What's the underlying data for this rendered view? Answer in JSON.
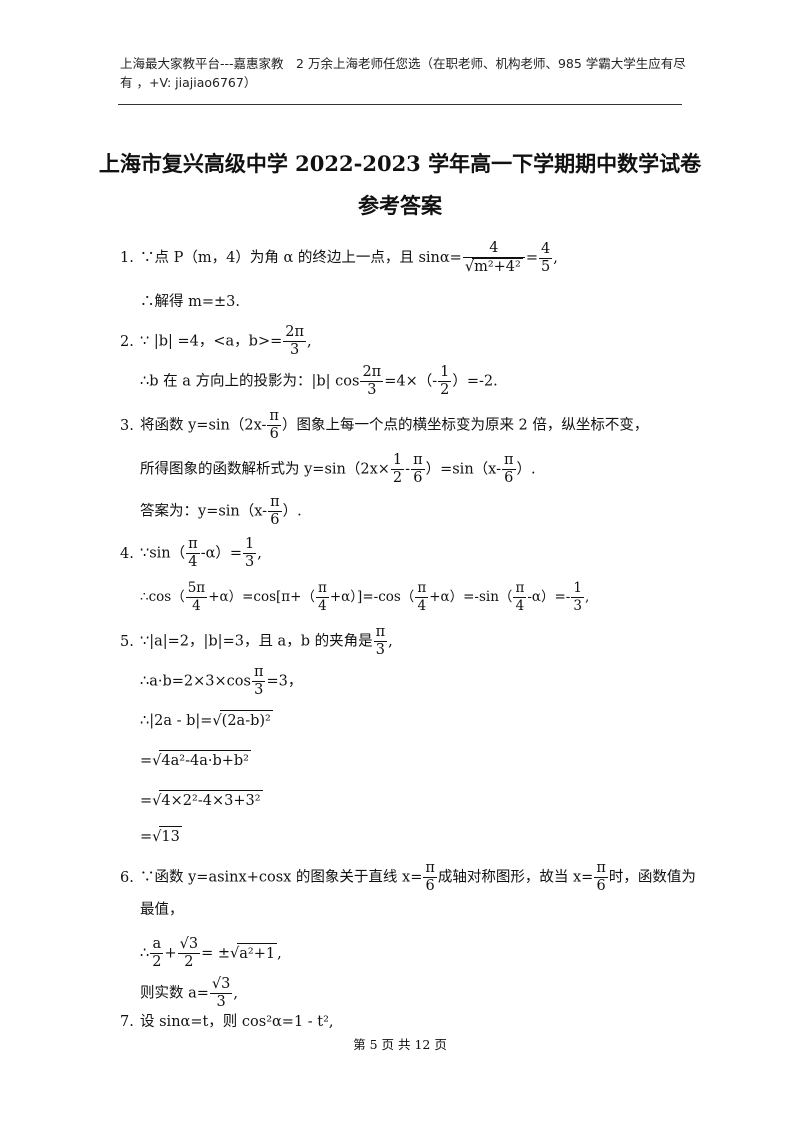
{
  "header": {
    "note": "上海最大家教平台---嘉惠家教　2 万余上海老师任您选（在职老师、机构老师、985 学霸大学生应有尽有 ，+V: jiajiao6767）"
  },
  "title": "上海市复兴高级中学 2022-2023 学年高一下学期期中数学试卷",
  "subtitle": "参考答案",
  "answers": {
    "q1": {
      "num": "1.",
      "a": "∵点 P（m，4）为角 α 的终边上一点，且 sinα=",
      "b": "=",
      "c": ",",
      "frac1n": "4",
      "frac1d": "m²+4²",
      "frac2n": "4",
      "frac2d": "5",
      "l2": "∴解得 m=±3."
    },
    "q2": {
      "num": "2.",
      "a": "∵ |b| =4，<a，b>=",
      "fn": "2π",
      "fd": "3",
      "b": ",",
      "l2a": "∴b 在 a 方向上的投影为：|b| cos",
      "l2fn": "2π",
      "l2fd": "3",
      "l2b": "=4×（-",
      "l2cn": "1",
      "l2cd": "2",
      "l2c": "）=-2."
    },
    "q3": {
      "num": "3.",
      "a": "将函数 y=sin（2x-",
      "fn": "π",
      "fd": "6",
      "b": "）图象上每一个点的横坐标变为原来 2 倍，纵坐标不变，",
      "l2a": "所得图象的函数解析式为 y=sin（2x×",
      "l2fn1": "1",
      "l2fd1": "2",
      "l2b": "-",
      "l2fn2": "π",
      "l2fd2": "6",
      "l2c": "）=sin（x-",
      "l2fn3": "π",
      "l2fd3": "6",
      "l2d": "）.",
      "l3a": "答案为：y=sin（x-",
      "l3fn": "π",
      "l3fd": "6",
      "l3b": "）."
    },
    "q4": {
      "num": "4.",
      "a": "∵sin（",
      "fn": "π",
      "fd": "4",
      "b": "-α）=",
      "cn": "1",
      "cd": "3",
      "c": ",",
      "l2a": "∴cos（",
      "l2fn": "5π",
      "l2fd": "4",
      "l2b": "+α）=cos[π+（",
      "l2cn": "π",
      "l2cd": "4",
      "l2c": "+α）]=-cos（",
      "l2dn": "π",
      "l2dd": "4",
      "l2d": "+α）=-sin（",
      "l2en": "π",
      "l2ed": "4",
      "l2e": "-α）=-",
      "l2gn": "1",
      "l2gd": "3",
      "l2f": ","
    },
    "q5": {
      "num": "5.",
      "a": "∵|a|=2，|b|=3，且 a，b 的夹角是",
      "fn": "π",
      "fd": "3",
      "b": ",",
      "l2a": "∴a·b=2×3×cos",
      "l2fn": "π",
      "l2fd": "3",
      "l2b": "=3，",
      "l3a": "∴|2a - b|=",
      "l3r": "(2a-b)²",
      "l4a": "=",
      "l4r": "4a²-4a·b+b²",
      "l5a": "=",
      "l5r": "4×2²-4×3+3²",
      "l6a": "=",
      "l6r": "13"
    },
    "q6": {
      "num": "6.",
      "a": "∵函数 y=asinx+cosx 的图象关于直线 x=",
      "fn": "π",
      "fd": "6",
      "b": "成轴对称图形，故当 x=",
      "gn": "π",
      "gd": "6",
      "c": "时，函数值为",
      "l2": "最值，",
      "l3a": "∴",
      "l3fn": "a",
      "l3fd": "2",
      "l3b": "+",
      "l3gn": "√3",
      "l3gd": "2",
      "l3c": "= ±",
      "l3r": "a²+1",
      "l3d": ",",
      "l4a": "则实数 a=",
      "l4fn": "√3",
      "l4fd": "3",
      "l4b": ","
    },
    "q7": {
      "num": "7.",
      "a": "设 sinα=t，则 cos²α=1 - t²,"
    }
  },
  "footer": {
    "page": "第 5 页 共 12 页"
  }
}
